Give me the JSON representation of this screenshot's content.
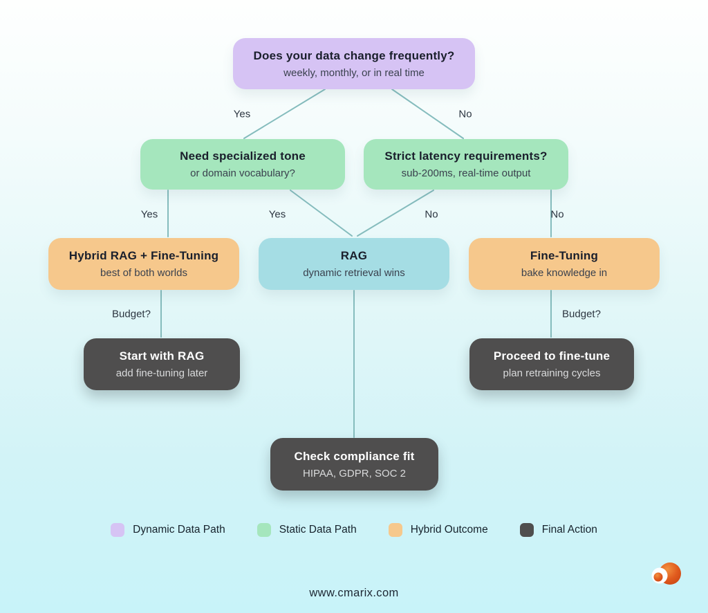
{
  "flowchart": {
    "nodes": {
      "root": {
        "title": "Does your data change frequently?",
        "subtitle": "weekly, monthly, or in real time",
        "type": "dynamic"
      },
      "tone": {
        "title": "Need specialized tone",
        "subtitle": "or domain vocabulary?",
        "type": "static"
      },
      "latency": {
        "title": "Strict latency requirements?",
        "subtitle": "sub-200ms, real-time output",
        "type": "static"
      },
      "hybrid": {
        "title": "Hybrid RAG + Fine-Tuning",
        "subtitle": "best of both worlds",
        "type": "hybrid"
      },
      "rag": {
        "title": "RAG",
        "subtitle": "dynamic retrieval wins",
        "type": "rag"
      },
      "finetune": {
        "title": "Fine-Tuning",
        "subtitle": "bake knowledge in",
        "type": "hybrid"
      },
      "start_rag": {
        "title": "Start with RAG",
        "subtitle": "add fine-tuning later",
        "type": "final"
      },
      "proceed": {
        "title": "Proceed to fine-tune",
        "subtitle": "plan retraining cycles",
        "type": "final"
      },
      "compliance": {
        "title": "Check compliance fit",
        "subtitle": "HIPAA, GDPR, SOC 2",
        "type": "final"
      }
    },
    "edge_labels": {
      "root_yes": "Yes",
      "root_no": "No",
      "tone_yes_outer": "Yes",
      "tone_yes_inner": "Yes",
      "latency_no_inner": "No",
      "latency_no_outer": "No",
      "budget_left": "Budget?",
      "budget_right": "Budget?"
    }
  },
  "legend": {
    "items": [
      {
        "label": "Dynamic Data Path",
        "color": "#d6c3f4"
      },
      {
        "label": "Static Data Path",
        "color": "#a5e6bd"
      },
      {
        "label": "Hybrid Outcome",
        "color": "#f6c88c"
      },
      {
        "label": "Final Action",
        "color": "#4f4e4e"
      }
    ]
  },
  "footer": {
    "website": "www.cmarix.com"
  },
  "colors": {
    "dynamic": "#d6c3f4",
    "static": "#a5e6bd",
    "rag": "#a5dde4",
    "hybrid": "#f6c88c",
    "final": "#4f4e4e",
    "connector": "#85bcbd",
    "background_top": "#fefffe",
    "background_bottom": "#c8f3f9",
    "logo_orange": "#e05a1d"
  }
}
